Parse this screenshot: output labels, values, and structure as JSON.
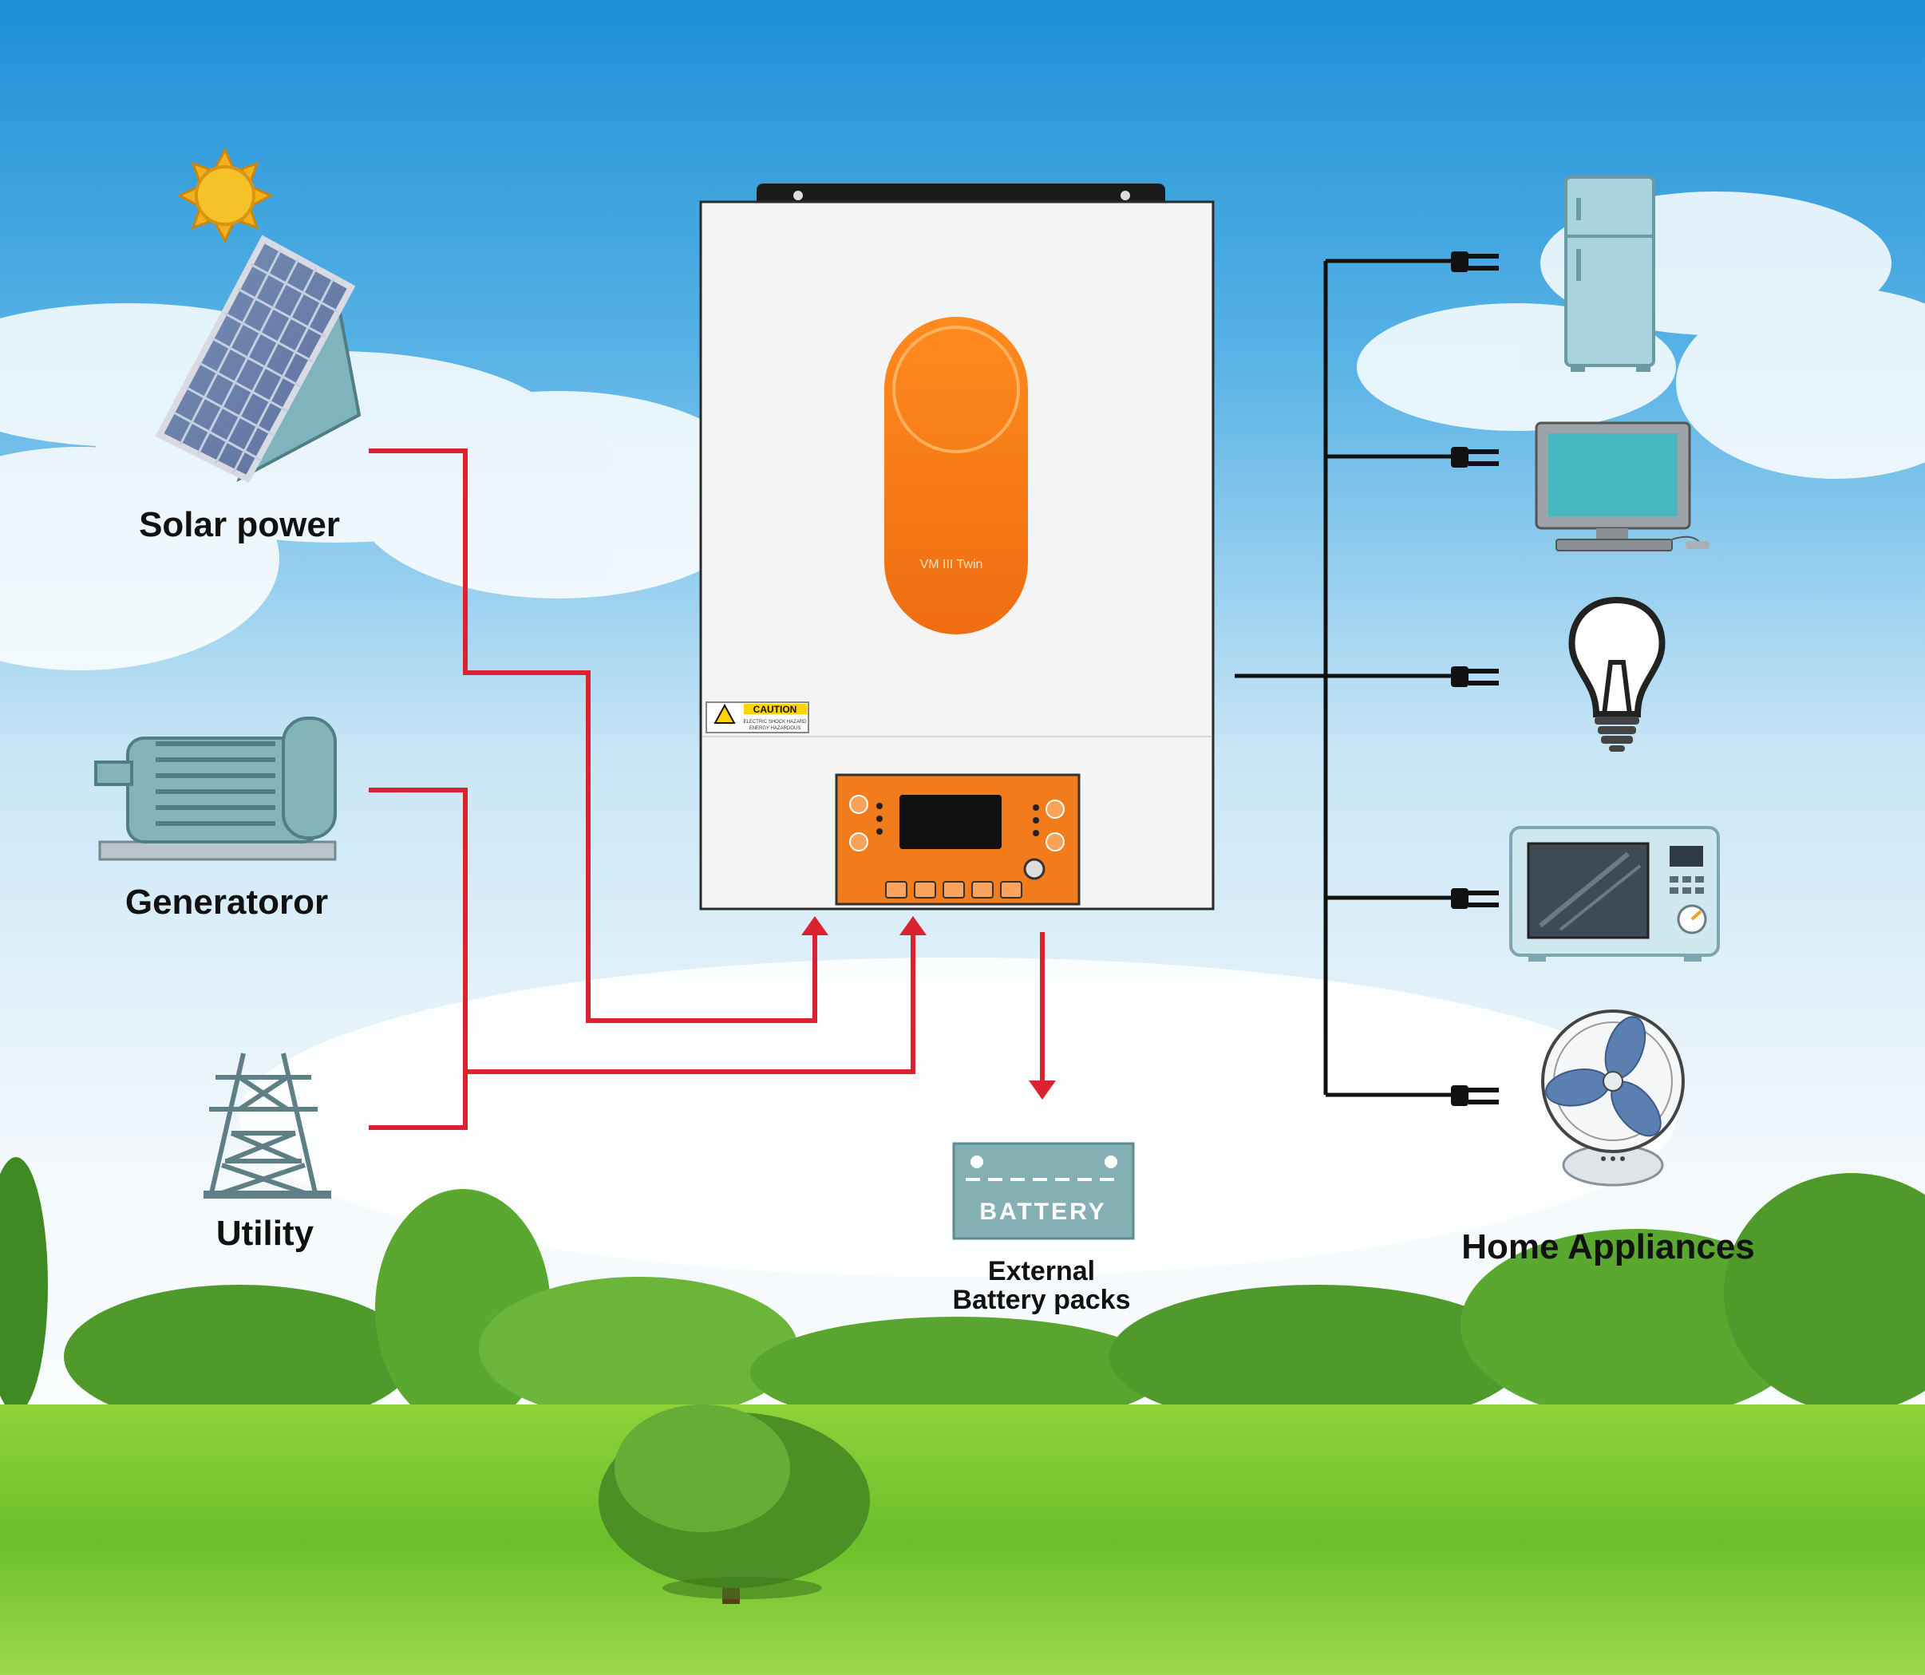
{
  "sources": {
    "solar": "Solar power",
    "generator": "Generatoror",
    "utility": "Utility"
  },
  "inverter": {
    "model": "VM III Twin",
    "caution_title": "CAUTION",
    "caution_line1": "ELECTRIC SHOCK HAZARD",
    "caution_line2": "ENERGY HAZARDOUS"
  },
  "battery": {
    "icon_text": "BATTERY",
    "caption_line1": "External",
    "caption_line2": "Battery packs"
  },
  "appliances": {
    "title": "Home Appliances",
    "items": [
      "refrigerator",
      "computer",
      "light-bulb",
      "microwave",
      "fan"
    ]
  },
  "colors": {
    "input_line": "#d9232e",
    "output_line": "#111111",
    "inverter_accent": "#f27b1c",
    "device_teal": "#6f9ea4"
  }
}
